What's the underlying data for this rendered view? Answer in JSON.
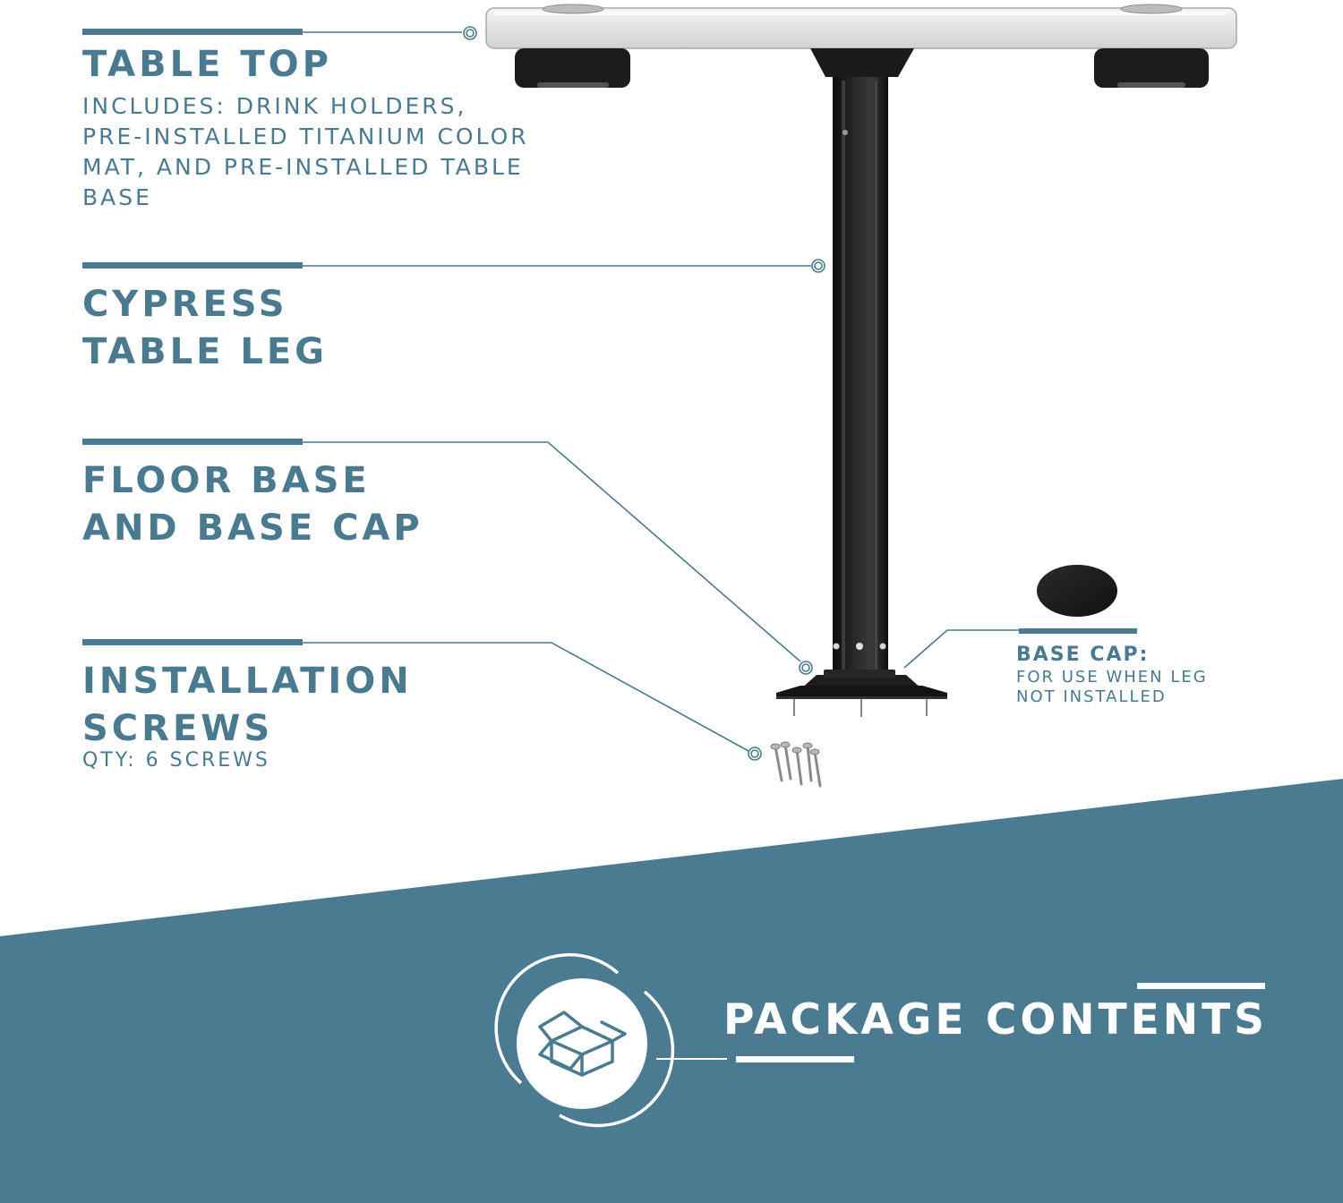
{
  "colors": {
    "accent": "#4a7a8f",
    "banner": "#4b7b90",
    "product": "#1a1a1a",
    "tabletop": "#e4e4e4"
  },
  "callouts": [
    {
      "title": [
        "TABLE TOP"
      ],
      "desc": [
        "INCLUDES: DRINK HOLDERS,",
        "PRE-INSTALLED TITANIUM COLOR",
        "MAT, AND PRE-INSTALLED TABLE",
        "BASE"
      ]
    },
    {
      "title": [
        "CYPRESS",
        "TABLE LEG"
      ],
      "desc": []
    },
    {
      "title": [
        "FLOOR BASE",
        "AND BASE CAP"
      ],
      "desc": []
    },
    {
      "title": [
        "INSTALLATION",
        "SCREWS"
      ],
      "desc": [
        "QTY: 6 SCREWS"
      ]
    }
  ],
  "base_cap": {
    "title": "BASE CAP:",
    "desc": [
      "FOR USE WHEN LEG",
      "NOT INSTALLED"
    ]
  },
  "package": {
    "title": "PACKAGE CONTENTS",
    "icon": "open-box-icon"
  }
}
